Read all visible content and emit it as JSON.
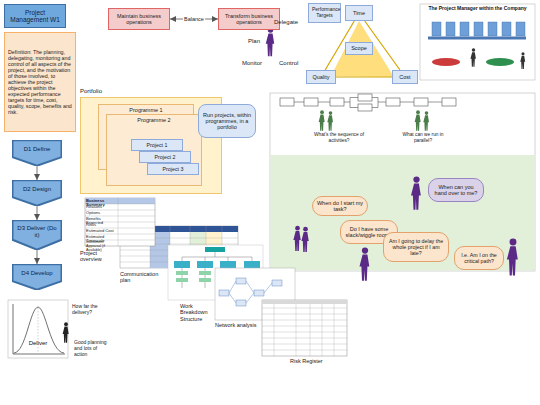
{
  "diagram": {
    "nodes": [
      {
        "text": [
          "Project Management W1"
        ]
      },
      {
        "text": [
          "Definition: The planning, delegating, monitoring and control of all aspects of the project, and the motivation of those involved, to achieve the project objectives within the expected performance targets for time, cost, quality, scope, benefits and risk."
        ]
      },
      {
        "text": [
          "D1 Define"
        ]
      },
      {
        "text": [
          "D2 Design"
        ]
      },
      {
        "text": [
          "D3 Deliver (Do it)"
        ]
      },
      {
        "text": [
          "D4 Develop"
        ]
      },
      {
        "text": [
          "Maintain business operations"
        ]
      },
      {
        "text": [
          "Transform business operations"
        ]
      },
      {
        "text": [
          "Portfolio"
        ]
      },
      {
        "text": [
          "Programme 1"
        ],
        "in": 8
      },
      {
        "text": [
          "Programme 2"
        ],
        "in": 8
      },
      {
        "text": [
          "Project 1"
        ],
        "in": 10
      },
      {
        "text": [
          "Project 2"
        ],
        "in": 10
      },
      {
        "text": [
          "Project 3"
        ],
        "in": 10
      },
      {
        "text": [
          "Run projects, within programmes, in a portfolio"
        ]
      },
      {
        "text": [
          "Performance Targets"
        ]
      },
      {
        "text": [
          "Time"
        ]
      },
      {
        "text": [
          "Scope"
        ]
      },
      {
        "text": [
          "Quality"
        ]
      },
      {
        "text": [
          "Cost"
        ]
      },
      {
        "text": [
          "When can you hand over to me?"
        ]
      },
      {
        "text": [
          "When do I start my task?"
        ]
      },
      {
        "text": [
          "Do I have some slack/wiggle room?"
        ]
      },
      {
        "text": [
          "Am I going to delay the whole project if I am late?"
        ]
      },
      {
        "text": [
          "I.e. Am I on the critical path?"
        ]
      }
    ],
    "edges": [
      {
        "from": 2,
        "to": 3,
        "arrow": "to"
      },
      {
        "from": 3,
        "to": 4,
        "arrow": "to"
      },
      {
        "from": 4,
        "to": 5,
        "arrow": "to"
      },
      {
        "from": 6,
        "to": 7,
        "label": "Balance",
        "arrow": "both"
      },
      {
        "from": 16,
        "to": 18,
        "arrow": "none"
      },
      {
        "from": 16,
        "to": 19,
        "arrow": "none"
      },
      {
        "from": 18,
        "to": 19,
        "arrow": "none"
      }
    ],
    "labels": [
      "Plan",
      "Delegate",
      "Monitor",
      "Control",
      "The Project Manager within the Company",
      "What's the sequence of activities?",
      "What can we run in parallel?",
      "Business Summary",
      "Reasons",
      "Options",
      "Benefits Expected",
      "Risks",
      "Estimated Cost",
      "Estimated Timescale",
      "Investment Appraisal (if Available)",
      "Project overview",
      "Communication plan",
      "Work Breakdown Structure",
      "Network analysis",
      "Risk Register",
      "Deliver",
      "How far the delivery?",
      "Good planning and lots of action"
    ]
  }
}
